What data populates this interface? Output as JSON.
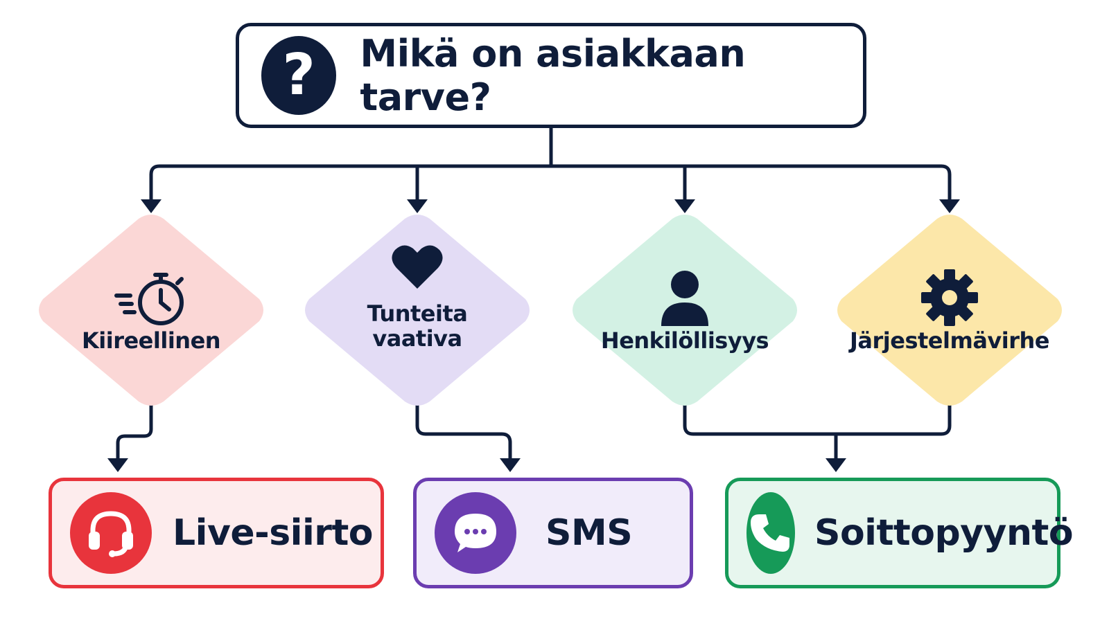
{
  "question": {
    "icon": "question-mark-icon",
    "text": "Mikä on asiakkaan tarve?"
  },
  "needs": [
    {
      "label": "Kiireellinen",
      "icon": "stopwatch-speed-icon",
      "color": "#fbd7d6"
    },
    {
      "label_line1": "Tunteita",
      "label_line2": "vaativa",
      "icon": "heart-icon",
      "color": "#e3dcf5"
    },
    {
      "label": "Henkilöllisyys",
      "icon": "person-icon",
      "color": "#d3f1e4"
    },
    {
      "label": "Järjestelmävirhe",
      "icon": "gear-icon",
      "color": "#fce7a9"
    }
  ],
  "outcomes": [
    {
      "label": "Live-siirto",
      "icon": "headset-icon",
      "border": "#e8343c",
      "fill": "#fdeced",
      "icon_bg": "#e8343c"
    },
    {
      "label": "SMS",
      "icon": "chat-bubble-icon",
      "border": "#6b3db0",
      "fill": "#f1ecfa",
      "icon_bg": "#6b3db0"
    },
    {
      "label": "Soittopyyntö",
      "icon": "phone-icon",
      "border": "#169a58",
      "fill": "#e7f6ee",
      "icon_bg": "#169a58"
    }
  ],
  "colors": {
    "ink": "#0f1d3a",
    "background": "#ffffff"
  }
}
